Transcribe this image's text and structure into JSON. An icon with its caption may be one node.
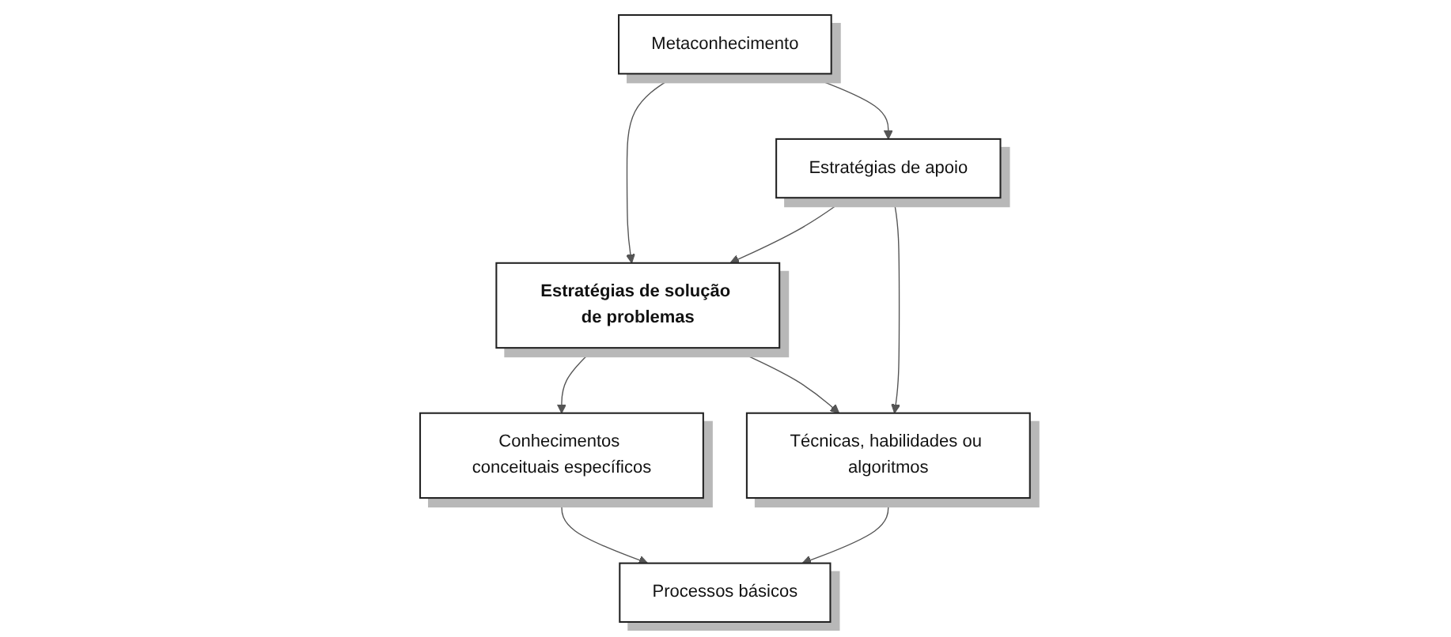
{
  "diagram": {
    "nodes": [
      {
        "text": [
          "Metaconhecimento"
        ]
      },
      {
        "text": [
          "Estratégias de solução de problemas"
        ]
      },
      {
        "text": [
          "Conhecimentos conceituais específicos"
        ]
      },
      {
        "text": [
          "Estratégias de apoio"
        ]
      },
      {
        "text": [
          "Técnicas, habilidades ou algoritmos"
        ]
      },
      {
        "text": [
          "Processos básicos"
        ]
      }
    ],
    "edges": [
      {
        "from": 0,
        "to": 1,
        "arrow": "both"
      },
      {
        "from": 1,
        "to": 2,
        "arrow": "both"
      },
      {
        "from": 0,
        "to": 3,
        "arrow": "both"
      },
      {
        "from": 2,
        "to": 5,
        "arrow": "both"
      },
      {
        "from": 3,
        "to": 1,
        "arrow": "both"
      },
      {
        "from": 1,
        "to": 4,
        "arrow": "both"
      },
      {
        "from": 3,
        "to": 4,
        "arrow": "both"
      },
      {
        "from": 4,
        "to": 5,
        "arrow": "both"
      }
    ]
  }
}
